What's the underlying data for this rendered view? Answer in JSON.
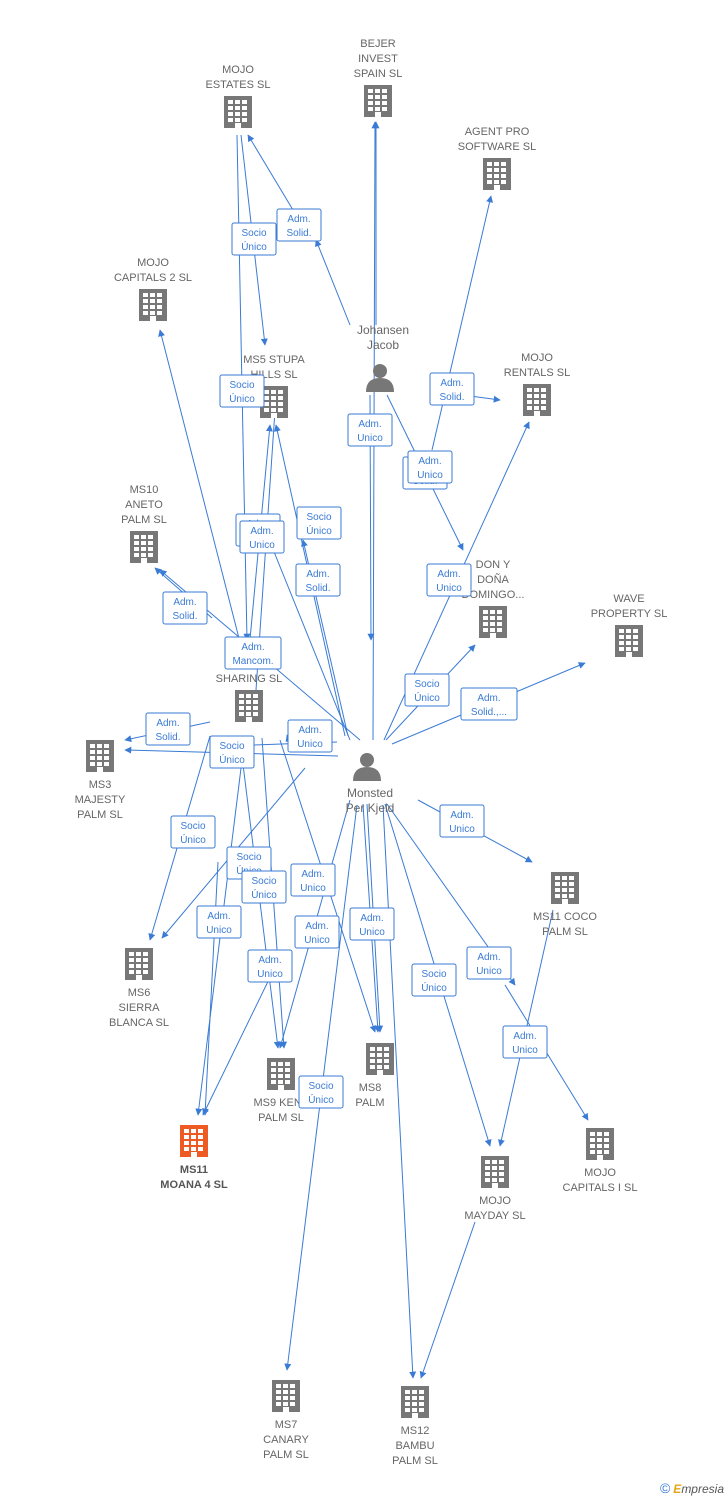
{
  "colors": {
    "edge": "#3a7bd5",
    "building": "#777777",
    "highlight": "#ee5a24",
    "person": "#777777",
    "label": "#666666"
  },
  "companies": [
    {
      "id": "mojo_estates",
      "lines": [
        "MOJO",
        "ESTATES  SL"
      ]
    },
    {
      "id": "bejer",
      "lines": [
        "BEJER",
        "INVEST",
        "SPAIN  SL"
      ]
    },
    {
      "id": "agent_pro",
      "lines": [
        "AGENT PRO",
        "SOFTWARE  SL"
      ]
    },
    {
      "id": "mojo_capitals2",
      "lines": [
        "MOJO",
        "CAPITALS 2  SL"
      ]
    },
    {
      "id": "ms5_stupa",
      "lines": [
        "MS5 STUPA",
        "HILLS  SL"
      ]
    },
    {
      "id": "mojo_rentals",
      "lines": [
        "MOJO",
        "RENTALS  SL"
      ]
    },
    {
      "id": "ms10_aneto",
      "lines": [
        "MS10",
        "ANETO",
        "PALM  SL"
      ]
    },
    {
      "id": "don_y_dona",
      "lines": [
        "DON Y",
        "DOÑA",
        "DOMINGO..."
      ]
    },
    {
      "id": "wave",
      "lines": [
        "WAVE",
        "PROPERTY  SL"
      ]
    },
    {
      "id": "sharing",
      "lines": [
        "SHARING  SL"
      ]
    },
    {
      "id": "ms3_majesty",
      "lines": [
        "MS3",
        "MAJESTY",
        "PALM  SL"
      ]
    },
    {
      "id": "ms11_coco",
      "lines": [
        "MS11 COCO",
        "PALM  SL"
      ]
    },
    {
      "id": "ms6_sierra",
      "lines": [
        "MS6",
        "SIERRA",
        "BLANCA  SL"
      ]
    },
    {
      "id": "ms9_kent",
      "lines": [
        "MS9 KENT",
        "PALM  SL"
      ]
    },
    {
      "id": "ms8_palm",
      "lines": [
        "MS8",
        "PALM"
      ]
    },
    {
      "id": "ms11_moana",
      "lines": [
        "MS11",
        "MOANA 4  SL"
      ],
      "highlight": true
    },
    {
      "id": "mojo_mayday",
      "lines": [
        "MOJO",
        "MAYDAY  SL"
      ]
    },
    {
      "id": "mojo_capitals1",
      "lines": [
        "MOJO",
        "CAPITALS I  SL"
      ]
    },
    {
      "id": "ms7_canary",
      "lines": [
        "MS7",
        "CANARY",
        "PALM  SL"
      ]
    },
    {
      "id": "ms12_bambu",
      "lines": [
        "MS12",
        "BAMBU",
        "PALM  SL"
      ]
    }
  ],
  "persons": [
    {
      "id": "johansen",
      "lines": [
        "Johansen",
        "Jacob"
      ]
    },
    {
      "id": "monsted",
      "lines": [
        "Monsted",
        "Per Kjeld"
      ]
    }
  ],
  "relations": [
    {
      "id": "r1",
      "lines": [
        "Adm.",
        "Solid."
      ]
    },
    {
      "id": "r2",
      "lines": [
        "Socio",
        "Único"
      ]
    },
    {
      "id": "r3",
      "lines": [
        "Socio",
        "Único"
      ]
    },
    {
      "id": "r4",
      "lines": [
        "Adm.",
        "Solid."
      ]
    },
    {
      "id": "r5",
      "lines": [
        "Adm.",
        "Unico"
      ]
    },
    {
      "id": "r6",
      "lines": [
        "Adm.",
        "Solid."
      ]
    },
    {
      "id": "r7",
      "lines": [
        "Adm.",
        "Unico"
      ]
    },
    {
      "id": "r8",
      "lines": [
        "Adm.",
        "Solid."
      ]
    },
    {
      "id": "r9",
      "lines": [
        "Adm.",
        "Unico"
      ]
    },
    {
      "id": "r10",
      "lines": [
        "Socio",
        "Único"
      ]
    },
    {
      "id": "r11",
      "lines": [
        "Adm.",
        "Solid."
      ]
    },
    {
      "id": "r12",
      "lines": [
        "Adm.",
        "Unico"
      ]
    },
    {
      "id": "r13",
      "lines": [
        "Adm.",
        "Solid."
      ]
    },
    {
      "id": "r14",
      "lines": [
        "Adm.",
        "Mancom."
      ]
    },
    {
      "id": "r15",
      "lines": [
        "Socio",
        "Único"
      ]
    },
    {
      "id": "r16",
      "lines": [
        "Adm.",
        "Solid.,..."
      ]
    },
    {
      "id": "r17",
      "lines": [
        "Adm.",
        "Solid."
      ]
    },
    {
      "id": "r18",
      "lines": [
        "Socio",
        "Único"
      ]
    },
    {
      "id": "r19",
      "lines": [
        "Adm.",
        "Unico"
      ]
    },
    {
      "id": "r20",
      "lines": [
        "Adm.",
        "Unico"
      ]
    },
    {
      "id": "r21",
      "lines": [
        "Socio",
        "Único"
      ]
    },
    {
      "id": "r22",
      "lines": [
        "Socio",
        "Único"
      ]
    },
    {
      "id": "r23",
      "lines": [
        "Socio",
        "Único"
      ]
    },
    {
      "id": "r24",
      "lines": [
        "Adm.",
        "Unico"
      ]
    },
    {
      "id": "r25",
      "lines": [
        "Adm.",
        "Unico"
      ]
    },
    {
      "id": "r26",
      "lines": [
        "Adm.",
        "Unico"
      ]
    },
    {
      "id": "r27",
      "lines": [
        "Adm.",
        "Unico"
      ]
    },
    {
      "id": "r28",
      "lines": [
        "Adm.",
        "Unico"
      ]
    },
    {
      "id": "r29",
      "lines": [
        "Socio",
        "Único"
      ]
    },
    {
      "id": "r30",
      "lines": [
        "Adm.",
        "Unico"
      ]
    },
    {
      "id": "r31",
      "lines": [
        "Adm.",
        "Unico"
      ]
    },
    {
      "id": "r32",
      "lines": [
        "Socio",
        "Único"
      ]
    }
  ],
  "footer": {
    "symbol": "©",
    "brand_first": "E",
    "brand_rest": "mpresia"
  }
}
